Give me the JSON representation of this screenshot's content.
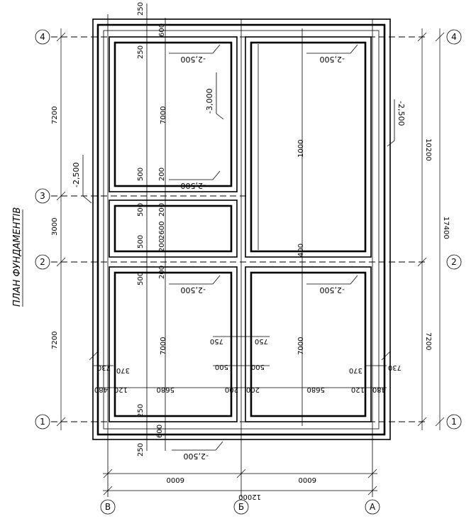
{
  "title": "ПЛАН ФУНДАМЕНТІВ",
  "axes": {
    "rows": [
      "4",
      "3",
      "2",
      "1"
    ],
    "cols": [
      "В",
      "Б",
      "А"
    ]
  },
  "dims": {
    "left": [
      "7200",
      "3000",
      "7200"
    ],
    "right": [
      "10200",
      "7200",
      "17400"
    ],
    "bottom": [
      "6000",
      "6000",
      "12000"
    ],
    "top": [
      "250",
      "600"
    ],
    "bottom_small": [
      "250",
      "600"
    ],
    "room_heights": [
      "7000",
      "1000",
      "7000",
      "7000"
    ],
    "mid_stack": [
      "500",
      "200",
      "500",
      "200",
      "2600",
      "200",
      "500",
      "200",
      "500"
    ],
    "near_1_top": "250",
    "near_4_top": "250",
    "center_400": "400",
    "detail_750_left": "750",
    "detail_750_right": "750",
    "detail_500_left": "500",
    "detail_500_right": "500",
    "row_370_left": "370",
    "row_730_left": "730",
    "row_370_right": "370",
    "row_730_right": "730",
    "row_widths": [
      "480",
      "120",
      "5680",
      "200",
      "200",
      "5680",
      "120",
      "480"
    ]
  },
  "levels": {
    "top_left": "-2,500",
    "top_right": "-2,500",
    "pit": "-3,000",
    "above_3": "-2,500",
    "left_3": "-2,500",
    "right_side": "-2,500",
    "bottom_left_room": "-2,500",
    "bottom_right_room": "-2,500",
    "bottom_outside": "-2,500"
  }
}
